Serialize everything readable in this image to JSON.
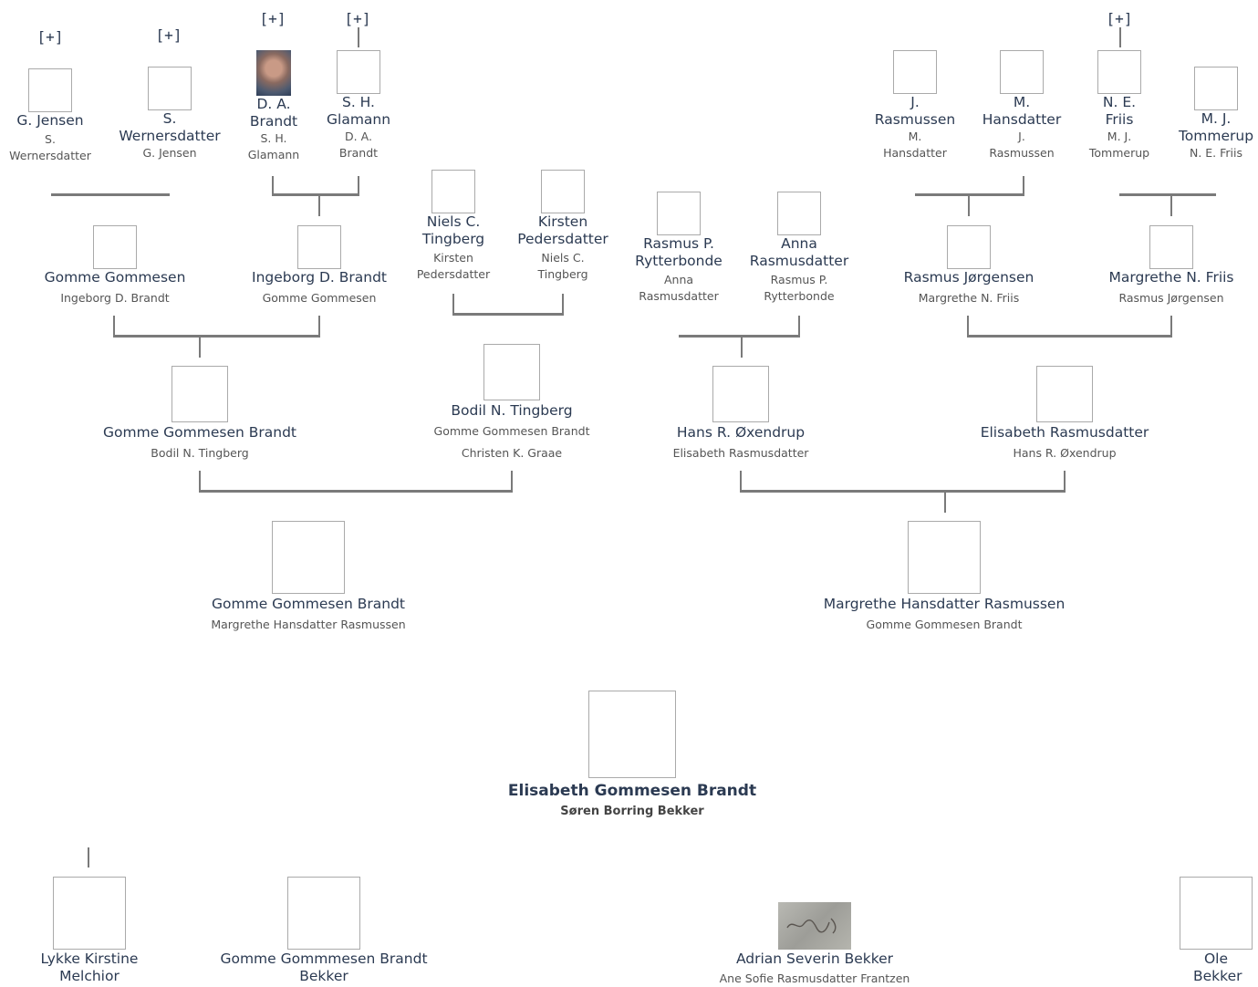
{
  "expand_label": "[+]",
  "gen4": [
    {
      "id": "g-jensen",
      "name": "G. Jensen",
      "spouse": "S. Wernersdatter"
    },
    {
      "id": "s-wernersdatter",
      "name": "S. Wernersdatter",
      "spouse": "G. Jensen"
    },
    {
      "id": "d-a-brandt",
      "name": "D. A. Brandt",
      "spouse": "S. H. Glamann"
    },
    {
      "id": "s-h-glamann",
      "name": "S. H. Glamann",
      "spouse": "D. A. Brandt"
    },
    {
      "id": "j-rasmussen",
      "name": "J. Rasmussen",
      "spouse": "M. Hansdatter"
    },
    {
      "id": "m-hansdatter",
      "name": "M. Hansdatter",
      "spouse": "J. Rasmussen"
    },
    {
      "id": "n-e-friis",
      "name": "N. E. Friis",
      "spouse": "M. J. Tommerup"
    },
    {
      "id": "m-j-tommerup",
      "name": "M. J. Tommerup",
      "spouse": "N. E. Friis"
    }
  ],
  "gen3": [
    {
      "id": "gomme-gommesen",
      "name": "Gomme Gommesen",
      "spouse": "Ingeborg D. Brandt"
    },
    {
      "id": "ingeborg-brandt",
      "name": "Ingeborg D. Brandt",
      "spouse": "Gomme Gommesen"
    },
    {
      "id": "niels-tingberg",
      "name": "Niels C. Tingberg",
      "spouse": "Kirsten Pedersdatter"
    },
    {
      "id": "kirsten-pedersdatter",
      "name": "Kirsten Pedersdatter",
      "spouse": "Niels C. Tingberg"
    },
    {
      "id": "rasmus-rytterbonde",
      "name": "Rasmus P. Rytterbonde",
      "spouse": "Anna Rasmusdatter"
    },
    {
      "id": "anna-rasmusdatter",
      "name": "Anna Rasmusdatter",
      "spouse": "Rasmus P. Rytterbonde"
    },
    {
      "id": "rasmus-jorgensen",
      "name": "Rasmus Jørgensen",
      "spouse": "Margrethe N. Friis"
    },
    {
      "id": "margrethe-friis",
      "name": "Margrethe N. Friis",
      "spouse": "Rasmus Jørgensen"
    }
  ],
  "gen2": [
    {
      "id": "gomme-brandt-2",
      "name": "Gomme Gommesen Brandt",
      "spouse": "Bodil N. Tingberg"
    },
    {
      "id": "bodil-tingberg",
      "name": "Bodil N. Tingberg",
      "spouse": "Gomme Gommesen Brandt",
      "spouse2": "Christen K. Graae"
    },
    {
      "id": "hans-oxendrup",
      "name": "Hans R. Øxendrup",
      "spouse": "Elisabeth Rasmusdatter"
    },
    {
      "id": "elisabeth-rasmusdatter",
      "name": "Elisabeth Rasmusdatter",
      "spouse": "Hans R. Øxendrup"
    }
  ],
  "gen1": [
    {
      "id": "gomme-brandt-1",
      "name": "Gomme Gommesen Brandt",
      "spouse": "Margrethe Hansdatter Rasmussen"
    },
    {
      "id": "margrethe-rasmussen",
      "name": "Margrethe Hansdatter Rasmussen",
      "spouse": "Gomme Gommesen Brandt"
    }
  ],
  "focus": {
    "name": "Elisabeth Gommesen Brandt",
    "spouse": "Søren Borring Bekker"
  },
  "children": [
    {
      "id": "lykke-melchior",
      "name": "Lykke Kirstine Melchior"
    },
    {
      "id": "gomme-bekker",
      "name": "Gomme Gommmesen Brandt Bekker"
    },
    {
      "id": "adrian-bekker",
      "name": "Adrian Severin Bekker",
      "spouse": "Ane Sofie Rasmusdatter Frantzen"
    },
    {
      "id": "ole-bekker",
      "name": "Ole Bekker"
    }
  ]
}
